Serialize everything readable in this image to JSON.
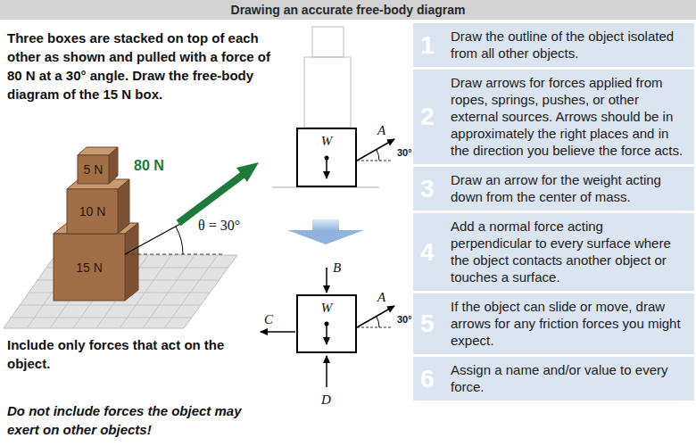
{
  "diagram": {
    "title": "Drawing an accurate free-body diagram",
    "nodes": [
      {
        "text": [
          "5 N"
        ]
      },
      {
        "text": [
          "10 N"
        ]
      },
      {
        "text": [
          "15 N"
        ]
      },
      {
        "text": [
          "W"
        ]
      },
      {
        "text": [
          "W"
        ]
      },
      {
        "text": [
          "1",
          "Draw the outline of the object isolated from all other objects."
        ]
      },
      {
        "text": [
          "2",
          "Draw arrows for forces applied from ropes, springs, pushes, or other external sources. Arrows should be in approximately the right places and in the direction you believe the force acts."
        ]
      },
      {
        "text": [
          "3",
          "Draw an arrow for the weight acting down from the center of mass."
        ]
      },
      {
        "text": [
          "4",
          "Add a normal force acting perpendicular to every surface where the object contacts another object or touches a surface."
        ]
      },
      {
        "text": [
          "5",
          "If the object can slide or move, draw arrows for any friction forces you might expect."
        ]
      },
      {
        "text": [
          "6",
          "Assign a name and/or value to every force."
        ]
      }
    ],
    "labels": [
      "Three boxes are stacked on top of each other as shown and pulled with a force of 80 N at a 30° angle. Draw the free-body diagram of the 15 N box.",
      "80 N",
      "θ = 30°",
      "A",
      "30°",
      "B",
      "A",
      "30°",
      "C",
      "D",
      "Include only forces that act on the object.",
      "Do not include forces the object may exert on other objects!"
    ]
  }
}
